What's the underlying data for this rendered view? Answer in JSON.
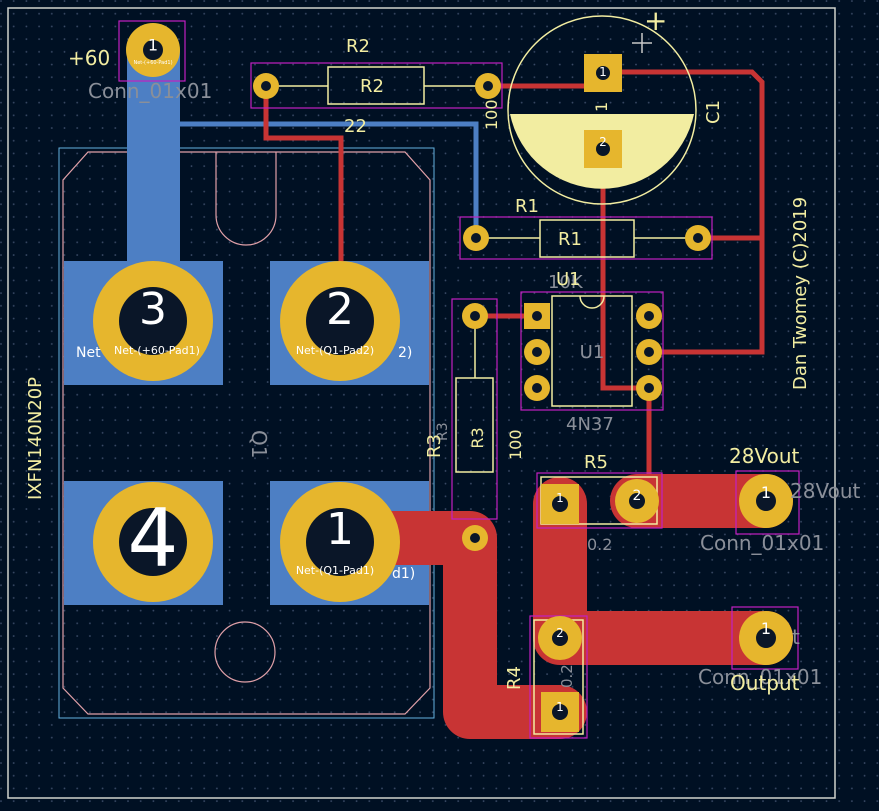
{
  "colors": {
    "background": "#001023",
    "grid_dot": "#3a4a66",
    "edge_cuts": "#d0d2cd",
    "copper_front": "#c83434",
    "copper_back": "#4d7fc4",
    "pad": "#e6b62d",
    "silk": "#f2eda1",
    "courtyard": "#c220c2",
    "fab": "#8a8f99",
    "fab_outline": "#63b2e0",
    "hole": "#0a1628",
    "q1_outline": "#e0a0a8",
    "pad_number": "#ffffff"
  },
  "silkscreen": {
    "plus60": "+60",
    "r2_ref": "R2",
    "r1_ref": "R1",
    "u1_ref": "U1",
    "r5_ref": "R5",
    "r3_ref": "R3",
    "r4_ref": "R4",
    "c1_ref": "C1",
    "q1_value": "IXFN140N20P",
    "author": "Dan Twomey (C)2019",
    "out28_label": "28Vout",
    "output_label": "Output",
    "plus_mark": "+"
  },
  "fab": {
    "conn_top_left": "Conn_01x01",
    "r2_value": "22",
    "r2_value_side": "100",
    "r2_body": "R2",
    "r1_body": "R1",
    "r1_value": "10K",
    "u1_body": "U1",
    "u1_value": "4N37",
    "r3_body": "R3",
    "r3_value": "100",
    "r3_ref_small": "R3",
    "r5_value": "0.2",
    "conn_28v": "Conn_01x01",
    "conn_28v_ref": "28Vout",
    "conn_output": "Conn_01x01",
    "r4_value": "0.2",
    "c1_pad1": "1",
    "q1_ref": "Q1"
  },
  "pads": {
    "q1_pad3": "3",
    "q1_pad2": "2",
    "q1_pad4": "4",
    "q1_pad1": "1",
    "q1_net3": "Net-(+60-Pad1)",
    "q1_net2": "Net-(Q1-Pad2)",
    "q1_net1": "Net-(Q1-Pad1)",
    "q1_net3_prefix": "Net",
    "q1_net2_suffix": "2)",
    "q1_net1_suffix": "d1)",
    "j60_num": "1",
    "j60_net": "Net-(+60-Pad1)",
    "c1_num1": "1",
    "c1_num2": "2",
    "r5_num1": "1",
    "r5_num2": "2",
    "j28_num": "1",
    "jout_num": "1",
    "r4_num2": "2",
    "r4_num1": "1",
    "jout_partial": "t"
  }
}
